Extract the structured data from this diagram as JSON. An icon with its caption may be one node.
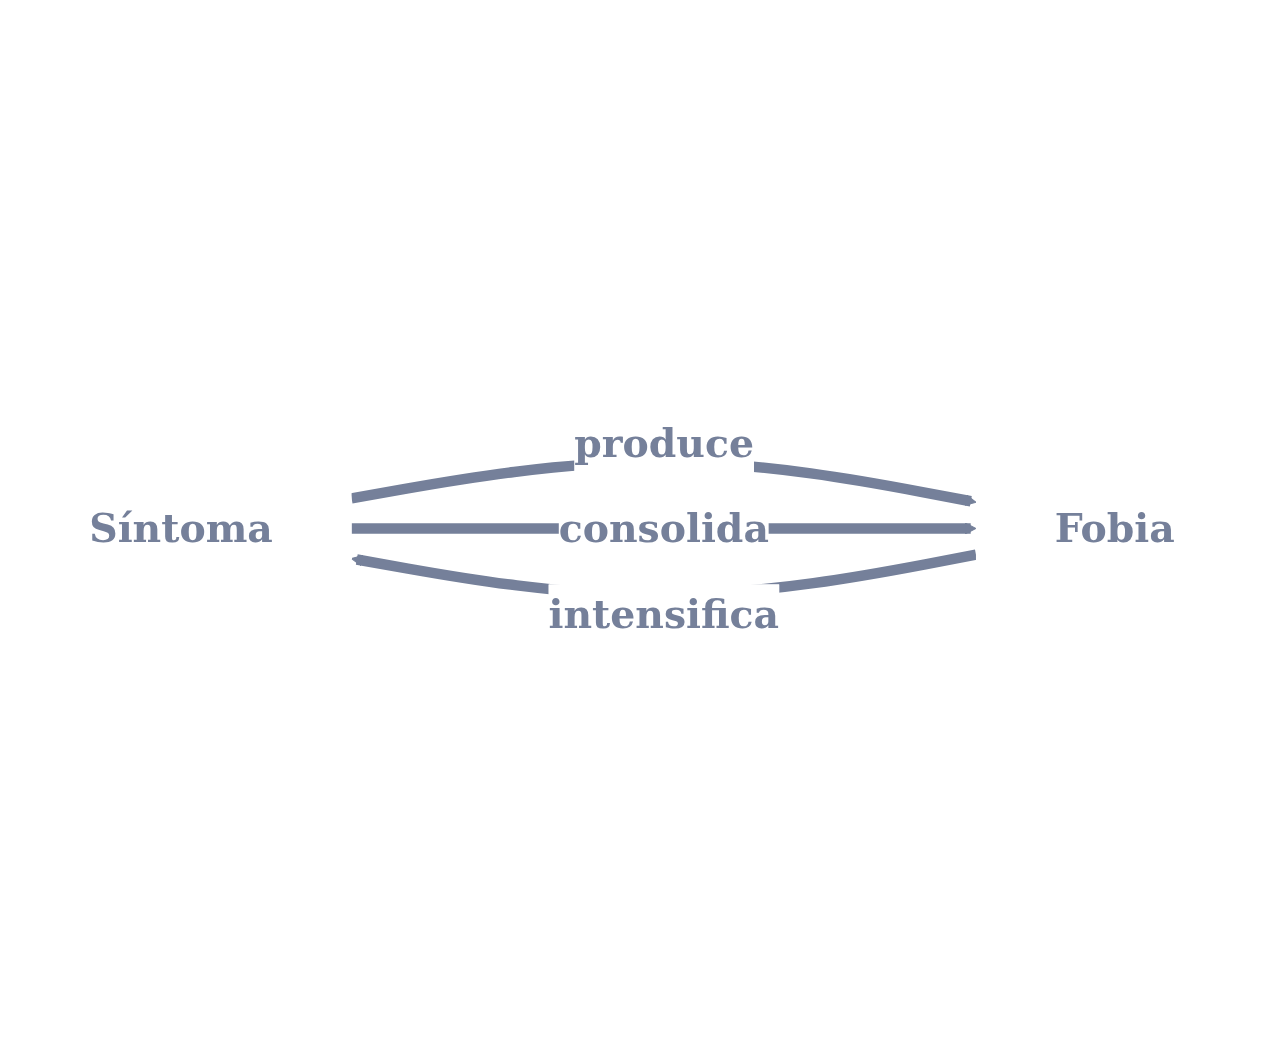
{
  "diagram": {
    "nodes": [
      {
        "text": [
          "Síntoma"
        ]
      },
      {
        "text": [
          "Fobia"
        ]
      }
    ],
    "edges": [
      {
        "from": 0,
        "to": 1,
        "arrow": "to",
        "label": "produce"
      },
      {
        "from": 0,
        "to": 1,
        "arrow": "to",
        "label": "consolida"
      },
      {
        "from": 1,
        "to": 0,
        "arrow": "to",
        "label": "intensifica"
      }
    ]
  }
}
